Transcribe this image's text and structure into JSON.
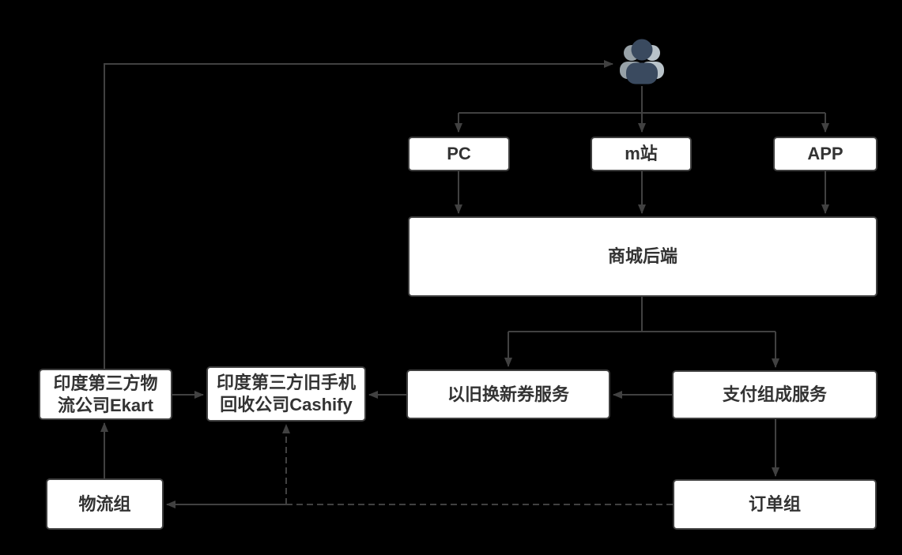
{
  "diagram": {
    "title_hint": "trade-in service architecture flowchart",
    "colors": {
      "background": "#000000",
      "line": "#414141",
      "node_border": "#3f3f3f",
      "node_fill": "#ffffff",
      "text": "#333333"
    },
    "user_icon": {
      "name": "users-icon",
      "front_color": "#3a4a5f",
      "back_left_color": "#97a1a7",
      "back_right_color": "#b9c3c9"
    },
    "nodes": {
      "pc": {
        "label": "PC"
      },
      "m_site": {
        "label": "m站"
      },
      "app": {
        "label": "APP"
      },
      "mall_backend": {
        "label": "商城后端"
      },
      "trade_in_voucher_service": {
        "label": "以旧换新券服务"
      },
      "payment_composition_service": {
        "label": "支付组成服务"
      },
      "ekart_logistics": {
        "label": "印度第三方物\n流公司Ekart"
      },
      "cashify_recycler": {
        "label": "印度第三方旧手机\n回收公司Cashify"
      },
      "logistics_group": {
        "label": "物流组"
      },
      "order_group": {
        "label": "订单组"
      }
    }
  }
}
